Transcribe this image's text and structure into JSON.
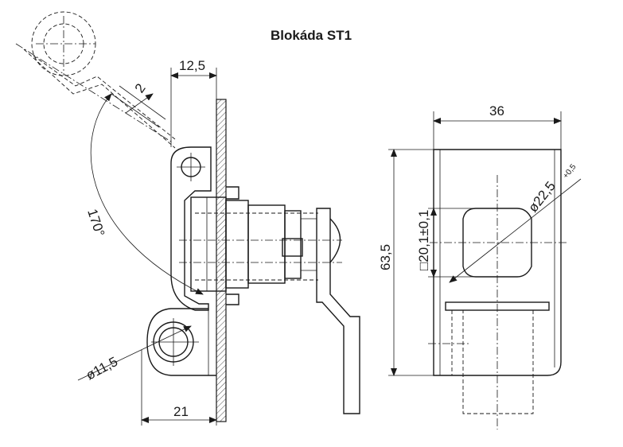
{
  "title": "Blokáda ST1",
  "dimensions": {
    "width_top": "12,5",
    "thickness": "2",
    "angle": "170°",
    "hole_dia": "ø11,5",
    "width_bottom": "21",
    "width_right": "36",
    "height_right": "63,5",
    "square": "□20,1±0,1",
    "bore_dia": "ø22,5",
    "bore_tol": "+0,5"
  }
}
